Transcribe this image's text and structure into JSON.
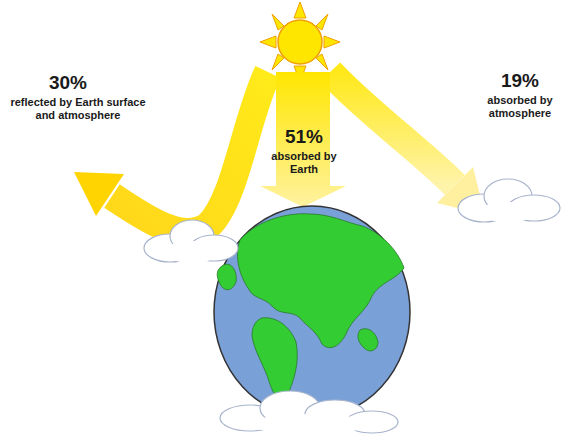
{
  "diagram": {
    "labels": [
      "30%",
      "reflected by Earth surface and atmosphere",
      "51%",
      "absorbed by Earth",
      "19%",
      "absorbed by atmosphere"
    ]
  }
}
